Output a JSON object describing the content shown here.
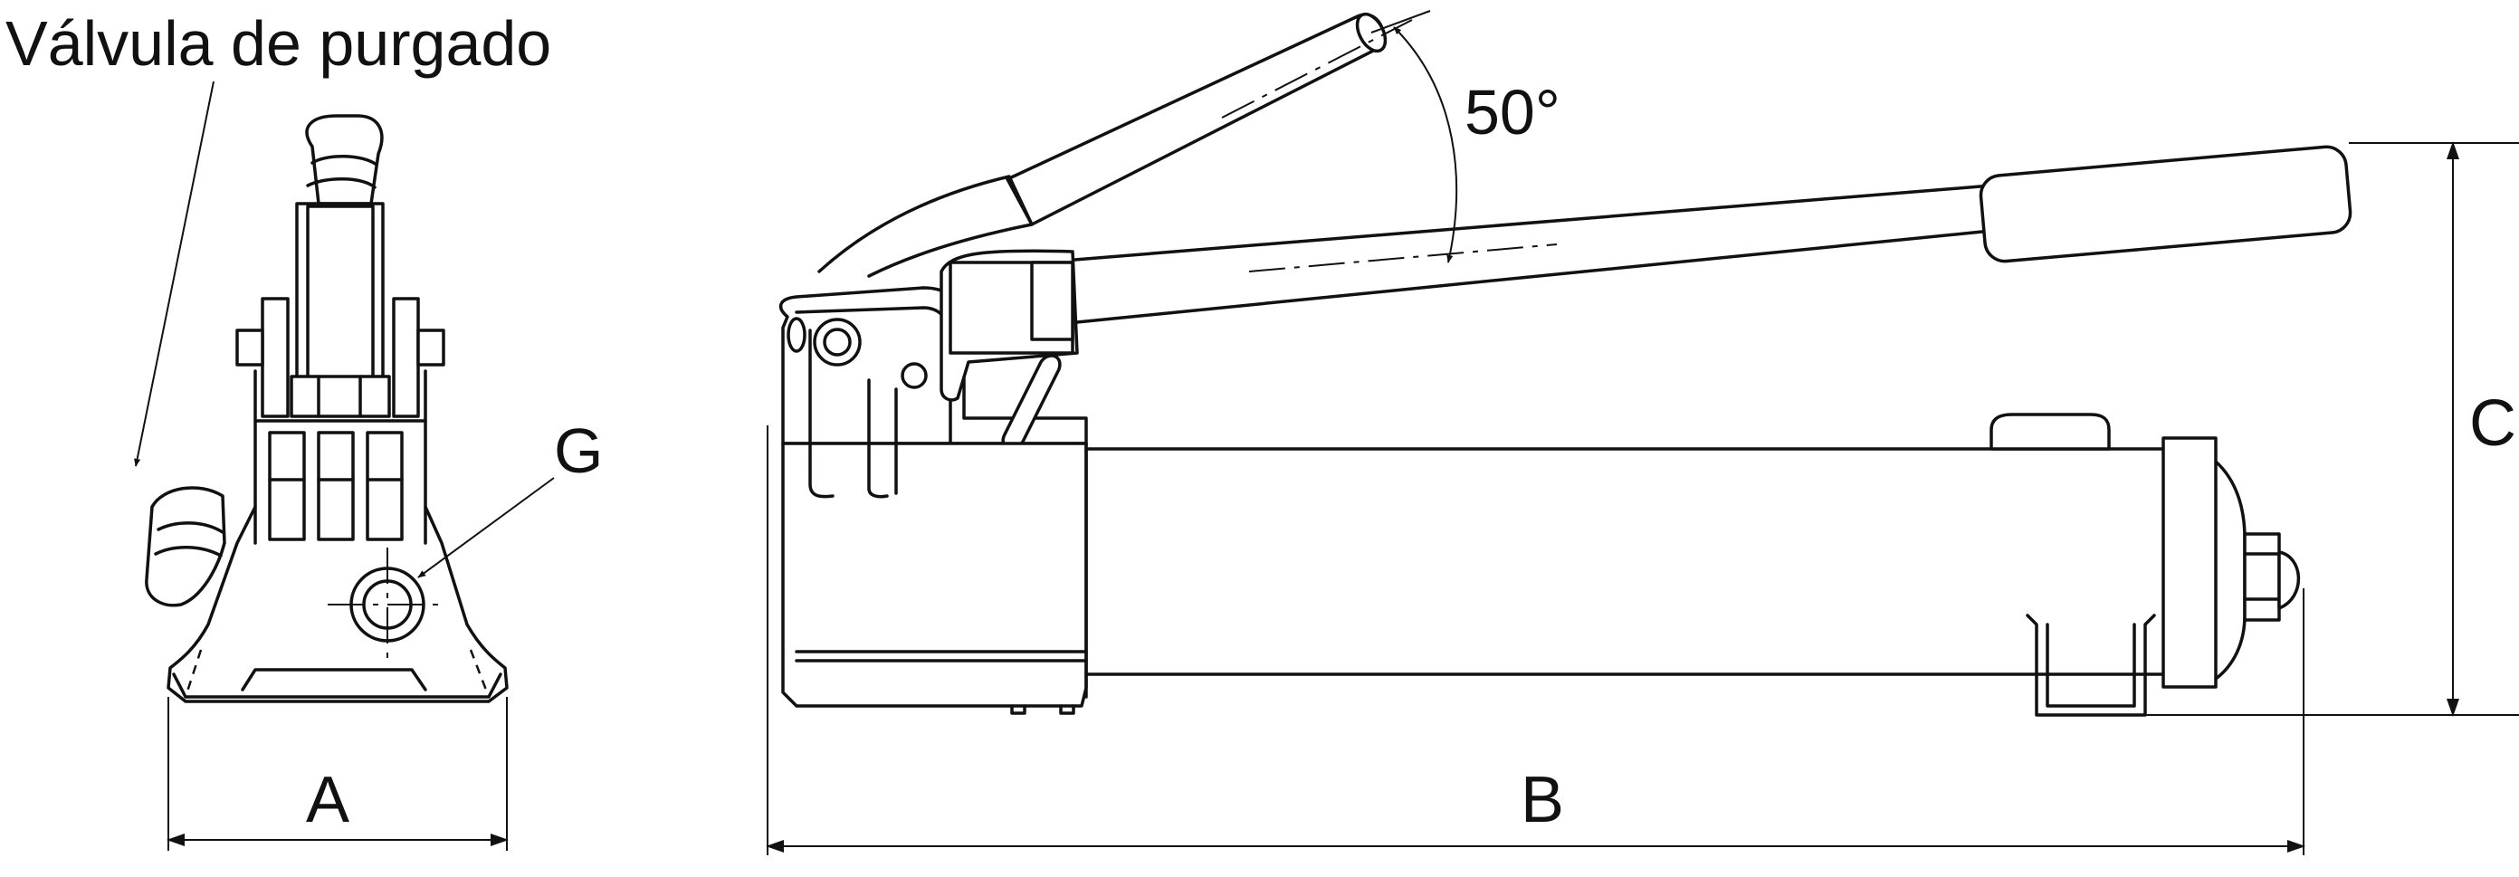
{
  "labels": {
    "bleed_valve": "Válvula de purgado",
    "port": "G",
    "angle": "50°",
    "dim_a": "A",
    "dim_b": "B",
    "dim_c": "C"
  }
}
